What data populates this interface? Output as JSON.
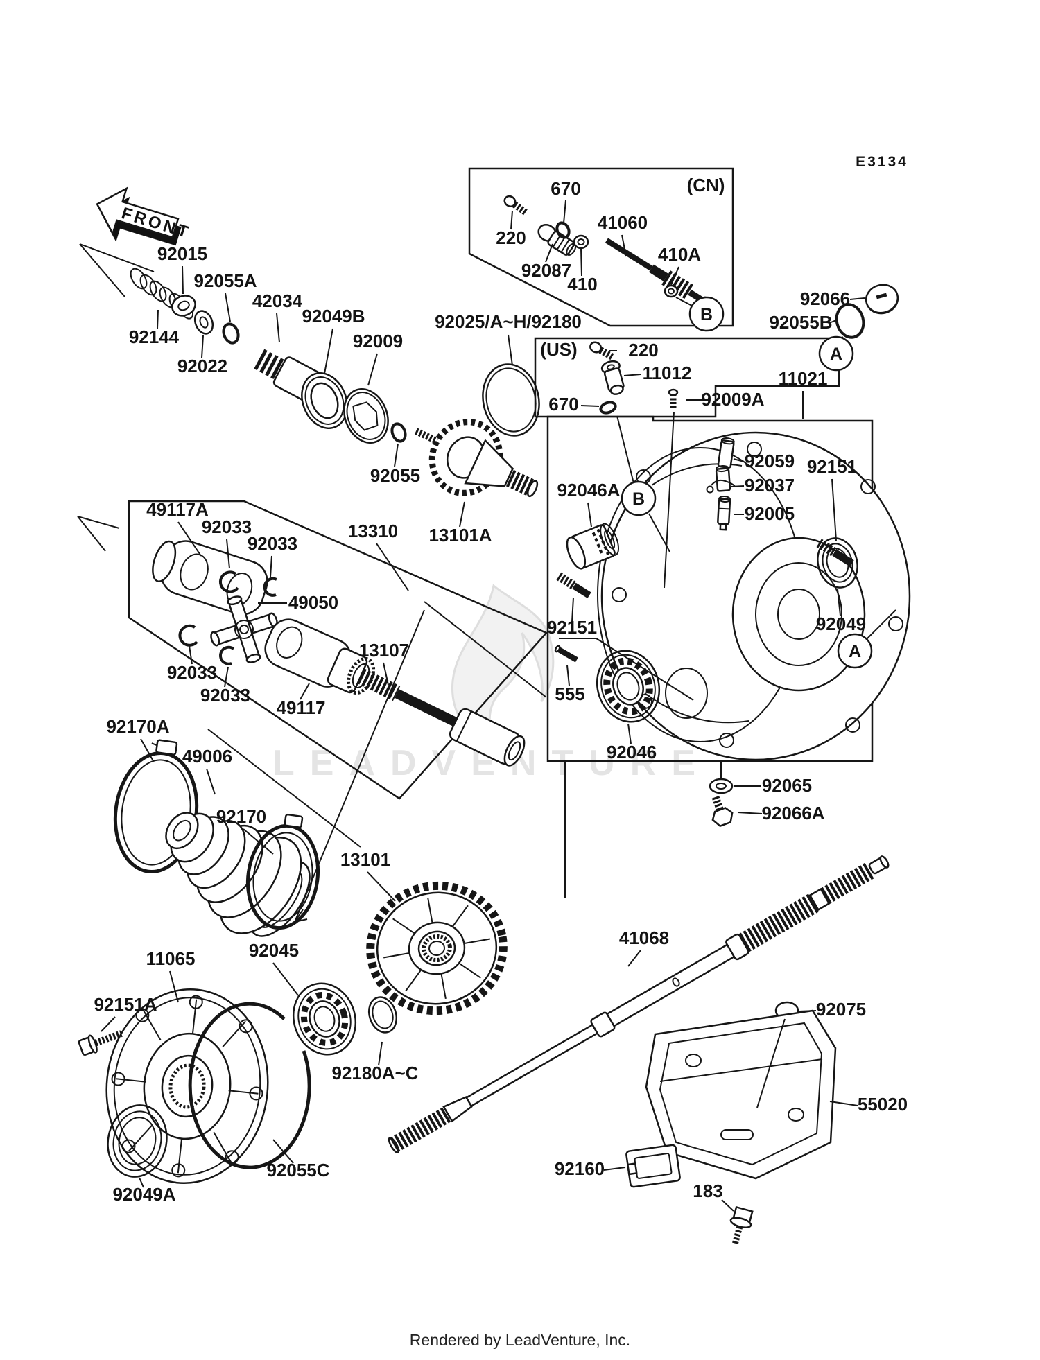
{
  "page": {
    "diagram_code": "E3134",
    "footer": "Rendered by LeadVenture, Inc.",
    "watermark": "LEADVENTURE",
    "front_arrow": "FRONT"
  },
  "region_tags": {
    "cn": "(CN)",
    "us": "(US)"
  },
  "ref_badges": {
    "a": "A",
    "b": "B"
  },
  "part_labels": [
    {
      "id": "670-cn",
      "text": "670"
    },
    {
      "id": "220-cn",
      "text": "220"
    },
    {
      "id": "92087",
      "text": "92087"
    },
    {
      "id": "410",
      "text": "410"
    },
    {
      "id": "41060",
      "text": "41060"
    },
    {
      "id": "410a",
      "text": "410A"
    },
    {
      "id": "92015",
      "text": "92015"
    },
    {
      "id": "92055a",
      "text": "92055A"
    },
    {
      "id": "42034",
      "text": "42034"
    },
    {
      "id": "92049b",
      "text": "92049B"
    },
    {
      "id": "92009",
      "text": "92009"
    },
    {
      "id": "92144",
      "text": "92144"
    },
    {
      "id": "92022",
      "text": "92022"
    },
    {
      "id": "92025-group",
      "text": "92025/A~H/92180"
    },
    {
      "id": "92066",
      "text": "92066"
    },
    {
      "id": "92055b",
      "text": "92055B"
    },
    {
      "id": "11021",
      "text": "11021"
    },
    {
      "id": "92009a",
      "text": "92009A"
    },
    {
      "id": "220-us",
      "text": "220"
    },
    {
      "id": "11012",
      "text": "11012"
    },
    {
      "id": "670-us",
      "text": "670"
    },
    {
      "id": "92059",
      "text": "92059"
    },
    {
      "id": "92151-right",
      "text": "92151"
    },
    {
      "id": "92037",
      "text": "92037"
    },
    {
      "id": "92005",
      "text": "92005"
    },
    {
      "id": "92055",
      "text": "92055"
    },
    {
      "id": "49117a",
      "text": "49117A"
    },
    {
      "id": "92033-a",
      "text": "92033"
    },
    {
      "id": "92033-b",
      "text": "92033"
    },
    {
      "id": "13310",
      "text": "13310"
    },
    {
      "id": "13101a",
      "text": "13101A"
    },
    {
      "id": "92046a",
      "text": "92046A"
    },
    {
      "id": "49050",
      "text": "49050"
    },
    {
      "id": "92151-mid",
      "text": "92151"
    },
    {
      "id": "92049",
      "text": "92049"
    },
    {
      "id": "92033-c",
      "text": "92033"
    },
    {
      "id": "92033-d",
      "text": "92033"
    },
    {
      "id": "49117",
      "text": "49117"
    },
    {
      "id": "13107",
      "text": "13107"
    },
    {
      "id": "555",
      "text": "555"
    },
    {
      "id": "92046",
      "text": "92046"
    },
    {
      "id": "92170a",
      "text": "92170A"
    },
    {
      "id": "49006",
      "text": "49006"
    },
    {
      "id": "92170",
      "text": "92170"
    },
    {
      "id": "92065",
      "text": "92065"
    },
    {
      "id": "92066a",
      "text": "92066A"
    },
    {
      "id": "13101",
      "text": "13101"
    },
    {
      "id": "41068",
      "text": "41068"
    },
    {
      "id": "92045",
      "text": "92045"
    },
    {
      "id": "11065",
      "text": "11065"
    },
    {
      "id": "92151a",
      "text": "92151A"
    },
    {
      "id": "92075",
      "text": "92075"
    },
    {
      "id": "55020",
      "text": "55020"
    },
    {
      "id": "92180ac",
      "text": "92180A~C"
    },
    {
      "id": "92055c",
      "text": "92055C"
    },
    {
      "id": "92049a",
      "text": "92049A"
    },
    {
      "id": "92160",
      "text": "92160"
    },
    {
      "id": "183",
      "text": "183"
    }
  ]
}
